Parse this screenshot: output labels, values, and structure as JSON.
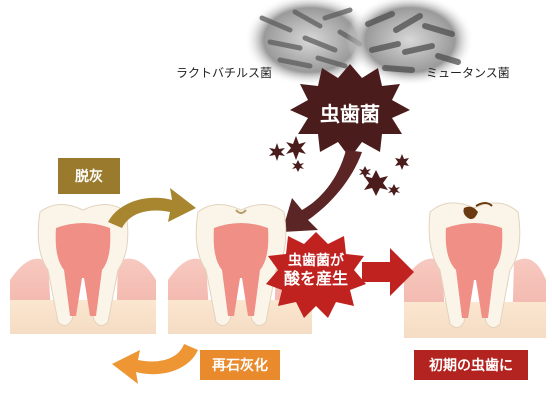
{
  "labels": {
    "lactobacillus": "ラクトバチルス菌",
    "mutans": "ミュータンス菌",
    "bacteria": "虫歯菌",
    "acid_line1": "虫歯菌が",
    "acid_line2": "酸を産生",
    "demineralization": "脱灰",
    "remineralization": "再石灰化",
    "early_caries": "初期の虫歯に"
  },
  "colors": {
    "bacteria_burst": "#4a1c1c",
    "acid_burst": "#c0221f",
    "arrow_red": "#c0221f",
    "demineral_tag": "#9a7b2e",
    "demineral_arrow": "#a8862f",
    "remineral_tag": "#e98a2c",
    "remineral_arrow": "#ee9634",
    "early_caries_tag": "#b3231f",
    "gum": "#f1b8ae",
    "tooth": "#fbf4e9",
    "pulp": "#ef8f86"
  }
}
